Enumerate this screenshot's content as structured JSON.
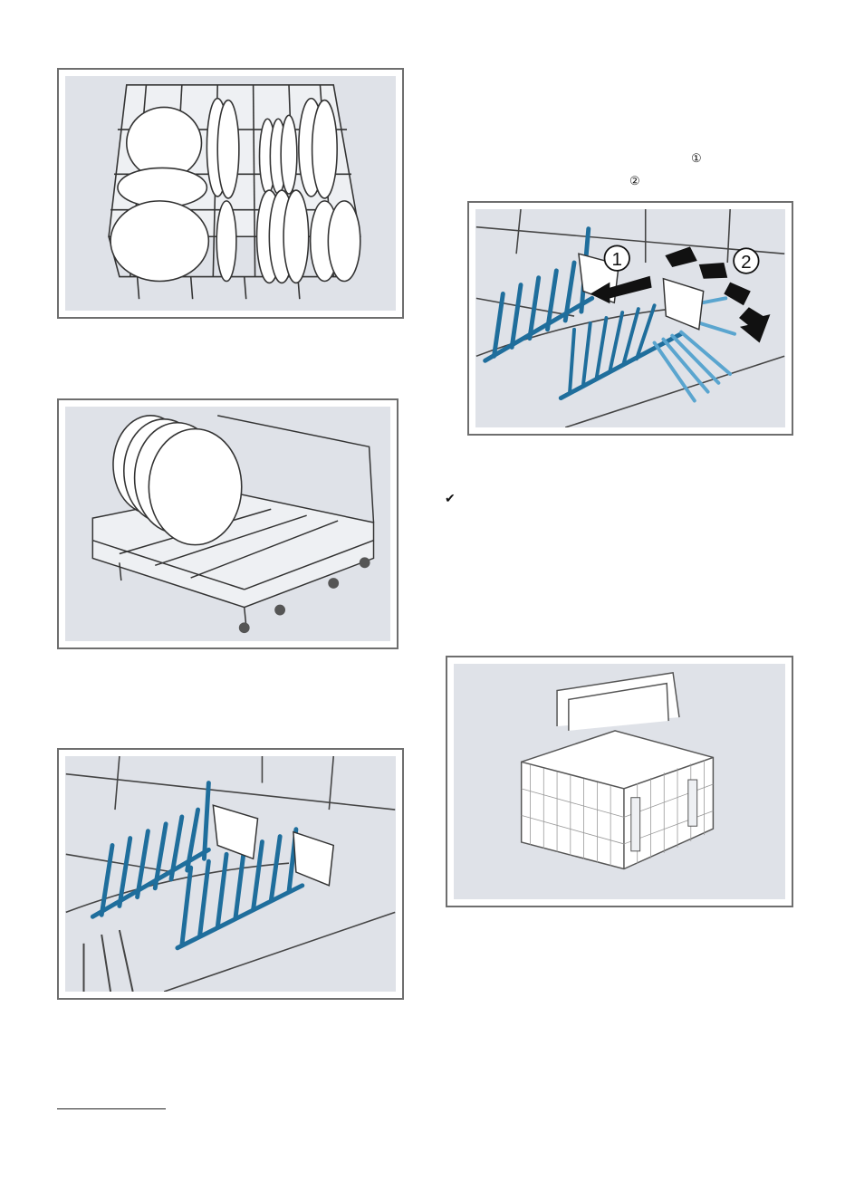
{
  "page": {
    "step_markers": [
      "①",
      "②"
    ],
    "check_mark": "✔"
  },
  "figures": {
    "upper_basket": {
      "icon": "dish-rack-loaded-icon"
    },
    "lower_basket": {
      "icon": "lower-basket-plates-icon"
    },
    "fold_tines_closed": {
      "icon": "folding-tines-icon"
    },
    "fold_tines_open": {
      "icon": "folding-tines-arrows-icon",
      "callouts": [
        "1",
        "2"
      ]
    },
    "cutlery_basket": {
      "icon": "cutlery-basket-icon"
    }
  },
  "colors": {
    "panel_bg": "#dfe2e8",
    "frame": "#6e6e6e",
    "tine_blue": "#1f6e9c",
    "tine_light_blue": "#5aa5cf",
    "arrow": "#111111"
  }
}
